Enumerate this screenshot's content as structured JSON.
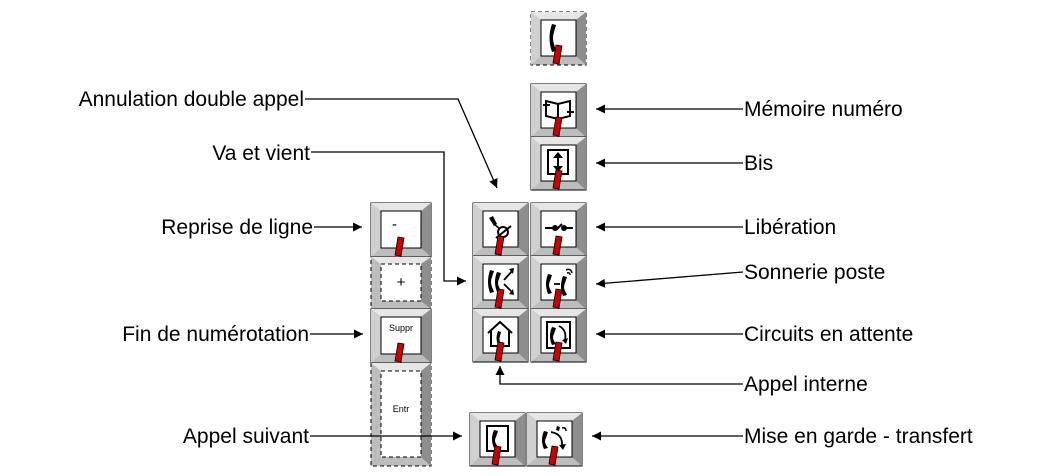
{
  "labels": {
    "annulation_double_appel": "Annulation double appel",
    "va_et_vient": "Va et vient",
    "reprise_de_ligne": "Reprise de ligne",
    "fin_de_numerotation": "Fin de numérotation",
    "appel_suivant": "Appel suivant",
    "memoire_numero": "Mémoire numéro",
    "bis": "Bis",
    "liberation": "Libération",
    "sonnerie_poste": "Sonnerie poste",
    "circuits_en_attente": "Circuits en attente",
    "appel_interne": "Appel interne",
    "mise_en_garde_transfert": "Mise en garde - transfert"
  },
  "keys": {
    "minus": "-",
    "plus": "+",
    "suppr": "Suppr",
    "entr": "Entr"
  },
  "icons": {
    "top": "handset-icon",
    "memoire_numero": "book-icon",
    "bis": "redial-icon",
    "annulation": "cancel-icon",
    "liberation": "hangup-icon",
    "va_et_vient": "toggle-icon",
    "sonnerie_poste": "ringer-icon",
    "appel_interne": "house-icon",
    "circuits_en_attente": "hold-circuit-icon",
    "appel_suivant": "next-call-icon",
    "mise_en_garde_transfert": "transfer-icon"
  },
  "colors": {
    "red_indicator": "#cc0000",
    "key_face": "#ffffff",
    "bevel_light": "#e6e6e6",
    "bevel_mid": "#bdbdbd",
    "bevel_dark": "#8e8e8e"
  }
}
